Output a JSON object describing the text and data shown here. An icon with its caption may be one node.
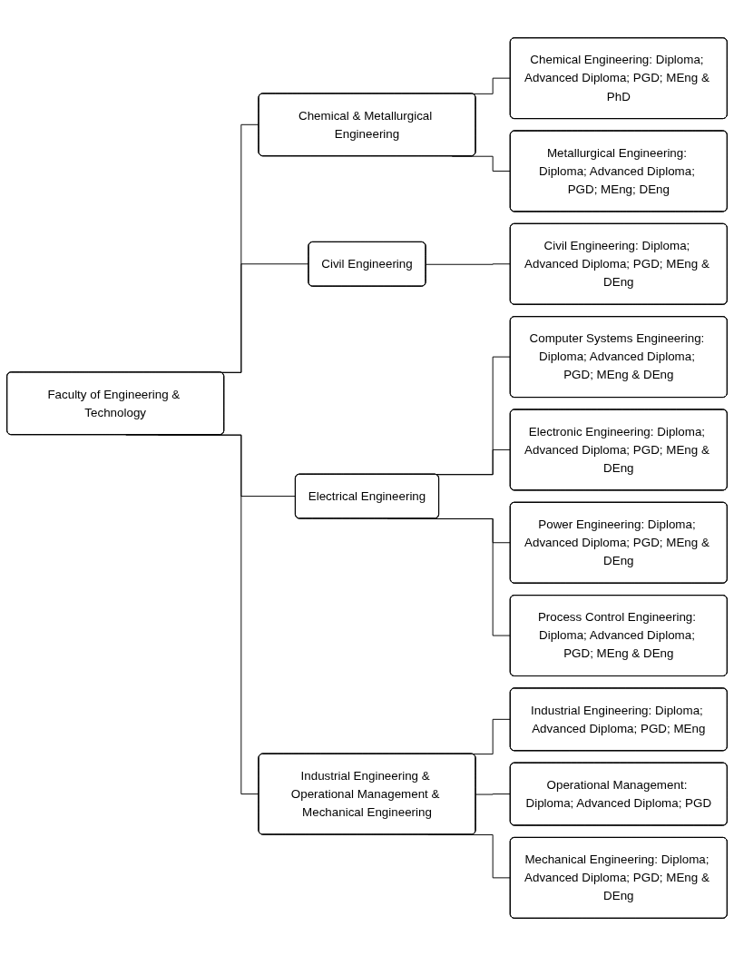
{
  "diagram": {
    "nodes": [
      {
        "text": [
          "Faculty of Engineering & Technology"
        ]
      },
      {
        "text": [
          "Chemical & Metallurgical Engineering"
        ]
      },
      {
        "text": [
          "Chemical Engineering: Diploma; Advanced Diploma; PGD; MEng & PhD"
        ]
      },
      {
        "text": [
          "Metallurgical Engineering: Diploma; Advanced Diploma; PGD; MEng; DEng"
        ]
      },
      {
        "text": [
          "Civil Engineering"
        ]
      },
      {
        "text": [
          "Civil Engineering: Diploma; Advanced Diploma; PGD; MEng & DEng"
        ]
      },
      {
        "text": [
          "Electrical Engineering"
        ]
      },
      {
        "text": [
          "Computer Systems Engineering: Diploma; Advanced Diploma; PGD; MEng & DEng"
        ]
      },
      {
        "text": [
          "Electronic Engineering: Diploma; Advanced Diploma; PGD; MEng & DEng"
        ]
      },
      {
        "text": [
          "Power Engineering: Diploma; Advanced Diploma; PGD; MEng & DEng"
        ]
      },
      {
        "text": [
          "Process Control Engineering: Diploma; Advanced Diploma; PGD; MEng & DEng"
        ]
      },
      {
        "text": [
          "Industrial Engineering & Operational Management & Mechanical Engineering"
        ]
      },
      {
        "text": [
          "Industrial Engineering: Diploma; Advanced Diploma; PGD; MEng"
        ]
      },
      {
        "text": [
          "Operational Management: Diploma; Advanced Diploma; PGD"
        ]
      },
      {
        "text": [
          "Mechanical Engineering: Diploma; Advanced Diploma; PGD; MEng & DEng"
        ]
      }
    ],
    "edges": [
      {
        "from": 0,
        "to": 1,
        "arrow": "none"
      },
      {
        "from": 0,
        "to": 4,
        "arrow": "none"
      },
      {
        "from": 0,
        "to": 6,
        "arrow": "none"
      },
      {
        "from": 0,
        "to": 11,
        "arrow": "none"
      },
      {
        "from": 1,
        "to": 2,
        "arrow": "none"
      },
      {
        "from": 1,
        "to": 3,
        "arrow": "none"
      },
      {
        "from": 4,
        "to": 5,
        "arrow": "none"
      },
      {
        "from": 6,
        "to": 7,
        "arrow": "none"
      },
      {
        "from": 6,
        "to": 8,
        "arrow": "none"
      },
      {
        "from": 6,
        "to": 9,
        "arrow": "none"
      },
      {
        "from": 6,
        "to": 10,
        "arrow": "none"
      },
      {
        "from": 11,
        "to": 12,
        "arrow": "none"
      },
      {
        "from": 11,
        "to": 13,
        "arrow": "none"
      },
      {
        "from": 11,
        "to": 14,
        "arrow": "none"
      }
    ]
  }
}
